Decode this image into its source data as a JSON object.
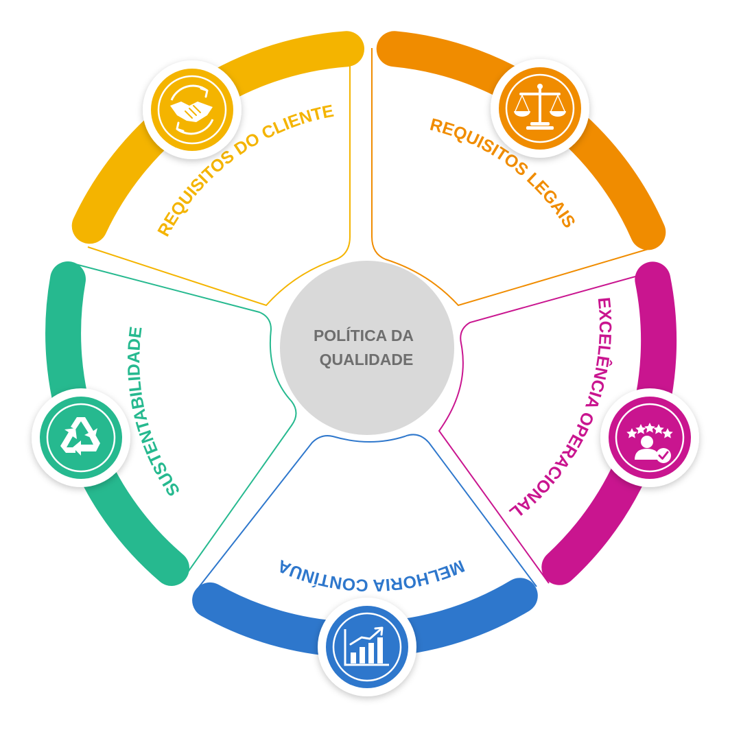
{
  "center": {
    "line1": "POLÍTICA DA",
    "line2": "QUALIDADE",
    "color": "#d9d9d9"
  },
  "segments": [
    {
      "id": "requisitos-do-cliente",
      "label": "REQUISITOS DO CLIENTE",
      "color": "#f4b400",
      "icon": "handshake-icon"
    },
    {
      "id": "requisitos-legais",
      "label": "REQUISITOS LEGAIS",
      "color": "#f08c00",
      "icon": "scales-icon"
    },
    {
      "id": "excelencia-operacional",
      "label": "EXCELÊNCIA OPERACIONAL",
      "color": "#c9158f",
      "icon": "rating-user-icon"
    },
    {
      "id": "melhoria-continua",
      "label": "MELHORIA CONTÍNUA",
      "color": "#2e77cc",
      "icon": "growth-chart-icon"
    },
    {
      "id": "sustentabilidade",
      "label": "SUSTENTABILIDADE",
      "color": "#26b98f",
      "icon": "recycle-icon"
    }
  ]
}
